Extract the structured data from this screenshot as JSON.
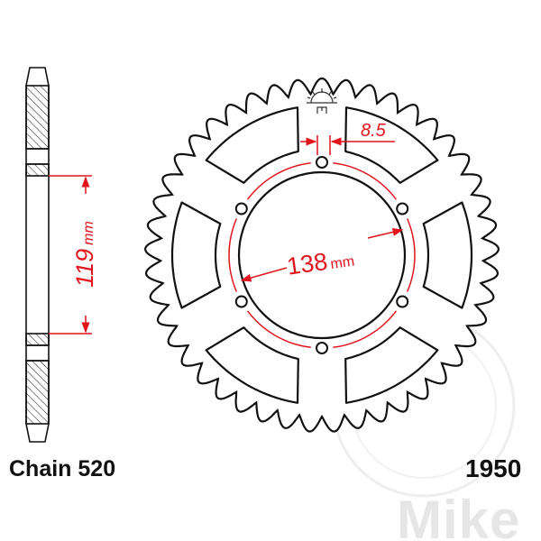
{
  "chain_label": "Chain 520",
  "part_number": "1950",
  "dimensions": {
    "bore_height": "119",
    "bore_height_unit": "mm",
    "bolt_circle": "138",
    "bolt_circle_unit": "mm",
    "bolt_hole": "8.5"
  },
  "sprocket": {
    "bolt_holes": 6,
    "cutouts": 6
  },
  "watermark": "Mike",
  "colors": {
    "outline": "#111111",
    "dimension": "#e0141c",
    "watermark": "#e6e6e6"
  }
}
